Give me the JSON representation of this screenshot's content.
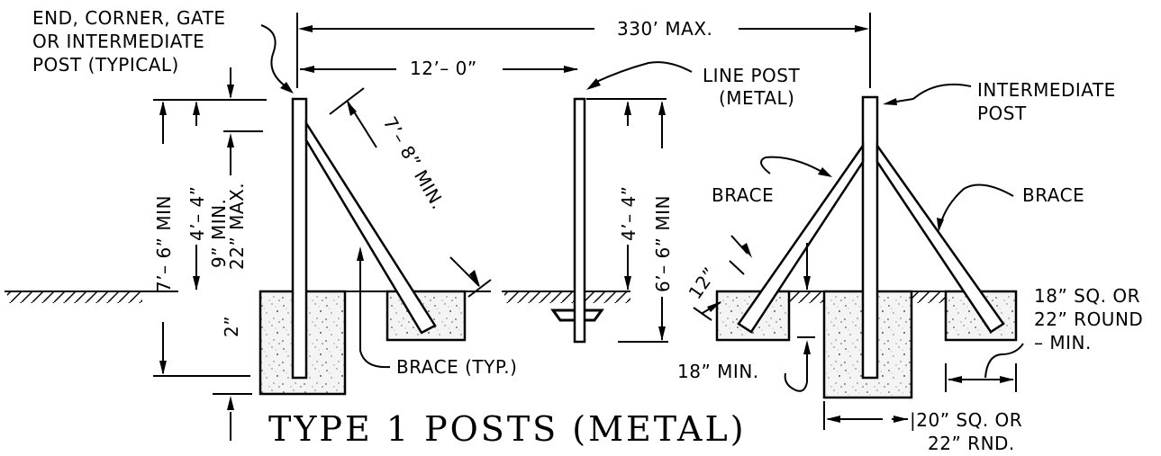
{
  "labels": {
    "end_post_1": "END, CORNER, GATE",
    "end_post_2": "OR INTERMEDIATE",
    "end_post_3": "POST (TYPICAL)",
    "max_span": "330’ MAX.",
    "post_spacing": "12’– 0”",
    "line_post_1": "LINE POST",
    "line_post_2": "(METAL)",
    "intermediate_post_1": "INTERMEDIATE",
    "intermediate_post_2": "POST",
    "brace_left": "BRACE",
    "brace_right": "BRACE",
    "brace_typ": "BRACE (TYP.)",
    "footing_size_1": "18” SQ. OR",
    "footing_size_2": "22” ROUND",
    "footing_size_3": "– MIN.",
    "footing_depth": "18” MIN.",
    "center_footing_1": "|20” SQ. OR",
    "center_footing_2": "22” RND."
  },
  "dimensions": {
    "post_height_total": "7’– 6” MIN",
    "post_height_above": "4’– 4”",
    "brace_attach_1": "9” MIN.",
    "brace_attach_2": "22” MAX.",
    "embed_depth": "2”",
    "brace_length": "7’– 8” MIN.",
    "line_post_above": "4’– 4”",
    "line_post_total": "6’– 6” MIN",
    "brace_offset": "12”"
  },
  "title": "TYPE 1 POSTS (METAL)"
}
